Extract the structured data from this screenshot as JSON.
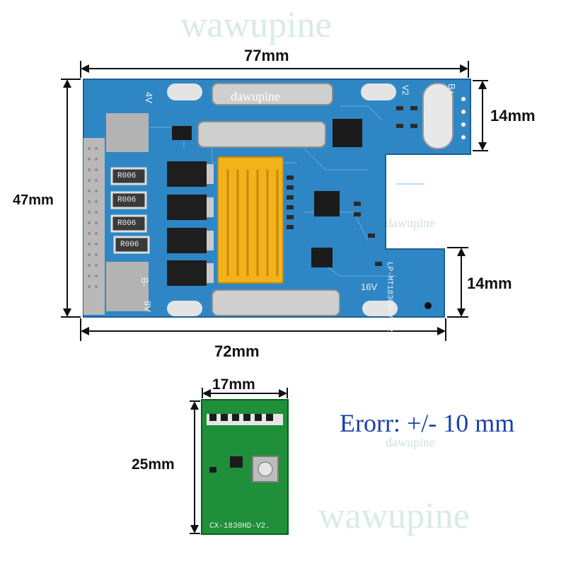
{
  "watermarks": {
    "top": "wawupine",
    "board": "dawupine",
    "mid_right": "dawupine",
    "lower_right": "dawupine",
    "bottom": "wawupine"
  },
  "dimensions": {
    "top_width": "77mm",
    "bottom_width": "72mm",
    "left_height": "47mm",
    "right_top_height": "14mm",
    "right_bottom_height": "14mm",
    "small_width": "17mm",
    "small_height": "25mm"
  },
  "error_note": "Erorr: +/- 10 mm",
  "main_board": {
    "resistors": [
      "R006",
      "R006",
      "R006",
      "R006"
    ],
    "silk_model": "LP-MT1830B-V3.2",
    "silk_voltage": "16V",
    "silk_bplus": "B+",
    "silk_b2": "V2",
    "silk_bminus": "B-",
    "silk_8v": "8V",
    "silk_4v": "4V"
  },
  "small_board": {
    "silk_model": "CX-1830HD-V2."
  },
  "colors": {
    "pcb_blue": "#2f86c4",
    "pcb_green": "#1f8f3a",
    "connector_yellow": "#f3b21a",
    "error_text": "#1a3fb0"
  }
}
